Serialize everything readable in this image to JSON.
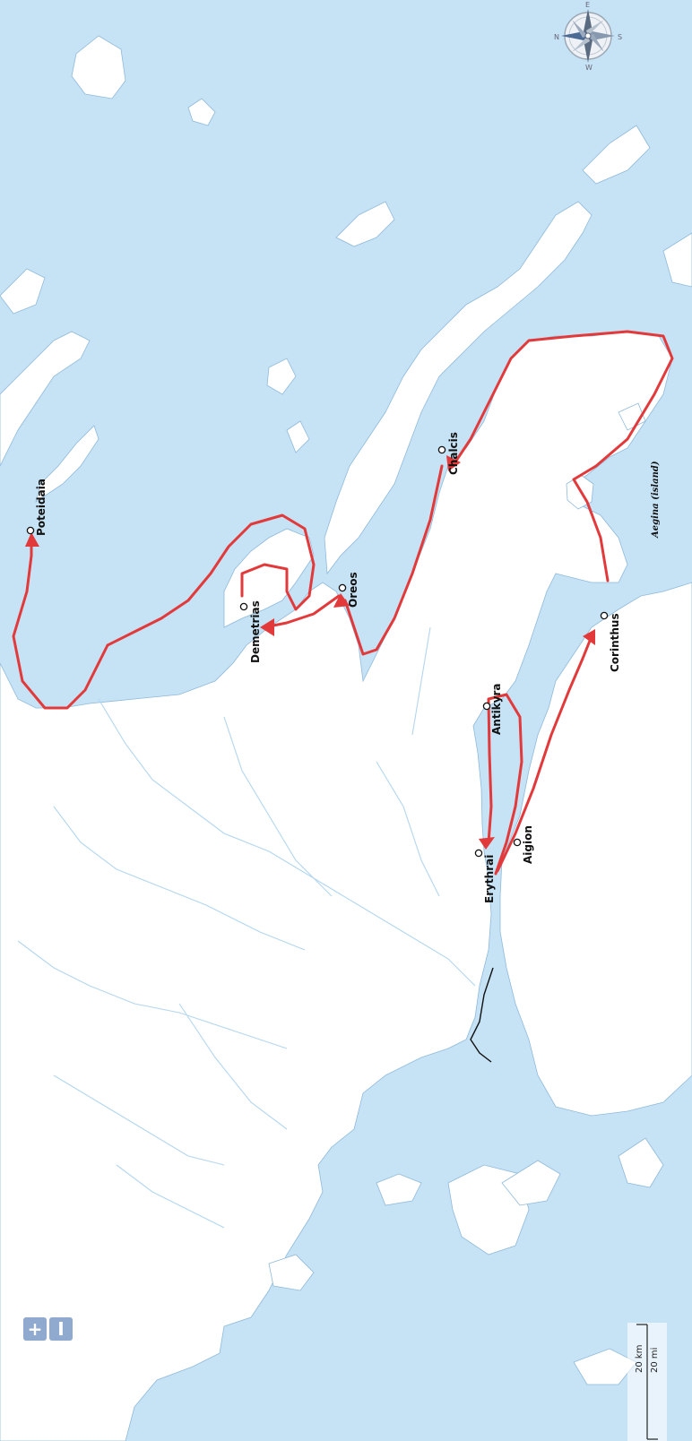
{
  "map": {
    "cities": [
      {
        "id": "poteidaia",
        "name": "Poteidaia"
      },
      {
        "id": "demetrias",
        "name": "Demetrias"
      },
      {
        "id": "oreos",
        "name": "Oreos"
      },
      {
        "id": "chalcis",
        "name": "Chalcis"
      },
      {
        "id": "antikyra",
        "name": "Antikyra"
      },
      {
        "id": "aigion",
        "name": "Aigion"
      },
      {
        "id": "erythrai",
        "name": "Erythrai"
      },
      {
        "id": "corinthus",
        "name": "Corinthus"
      }
    ],
    "islands": [
      {
        "id": "aegina",
        "name": "Aegina (island)"
      }
    ],
    "colors": {
      "water": "#c6e2f5",
      "land": "#ffffff",
      "route": "#e2393b",
      "zoom_buttons": "#8fa9cf"
    }
  },
  "compass": {
    "north_label": "N",
    "south_label": "S",
    "west_label": "W",
    "east_label": "E"
  },
  "zoom": {
    "zoom_in_label": "+",
    "zoom_out_label": "I"
  },
  "scale": {
    "km_label": "20 km",
    "mi_label": "20 mi"
  }
}
